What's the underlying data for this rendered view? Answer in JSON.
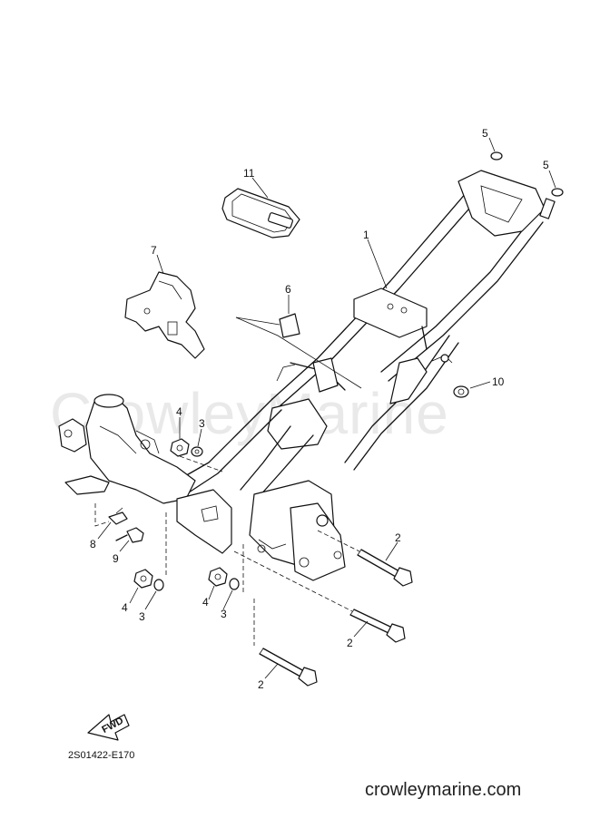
{
  "watermark": "CrowleyMarine",
  "diagram_code": "2S01422-E170",
  "site": "crowleymarine.com",
  "fwd_label": "FWD",
  "callouts": {
    "c1": "1",
    "c2a": "2",
    "c2b": "2",
    "c2c": "2",
    "c3a": "3",
    "c3b": "3",
    "c3c": "3",
    "c4a": "4",
    "c4b": "4",
    "c4c": "4",
    "c5a": "5",
    "c5b": "5",
    "c6": "6",
    "c7": "7",
    "c8": "8",
    "c9": "9",
    "c10": "10",
    "c11": "11"
  }
}
